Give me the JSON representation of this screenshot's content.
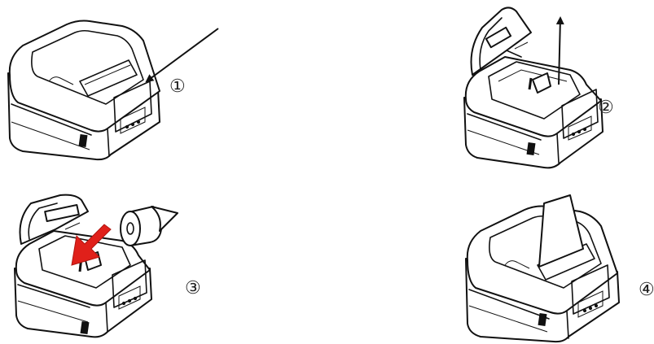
{
  "steps": [
    {
      "label": "①"
    },
    {
      "label": "②"
    },
    {
      "label": "③"
    },
    {
      "label": "④"
    }
  ],
  "colors": {
    "line": "#111111",
    "pointer": "#e0201a",
    "background": "#ffffff"
  }
}
